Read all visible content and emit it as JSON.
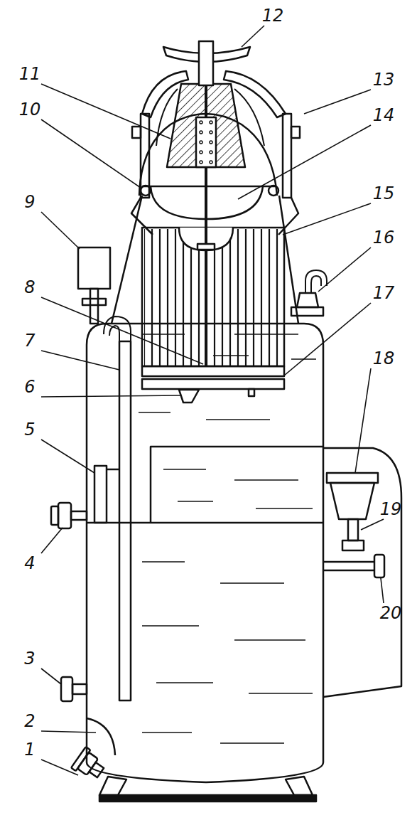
{
  "diagram": {
    "labels": [
      "12",
      "11",
      "13",
      "10",
      "14",
      "9",
      "15",
      "16",
      "8",
      "17",
      "7",
      "18",
      "6",
      "19",
      "5",
      "4",
      "20",
      "3",
      "2",
      "1"
    ]
  }
}
